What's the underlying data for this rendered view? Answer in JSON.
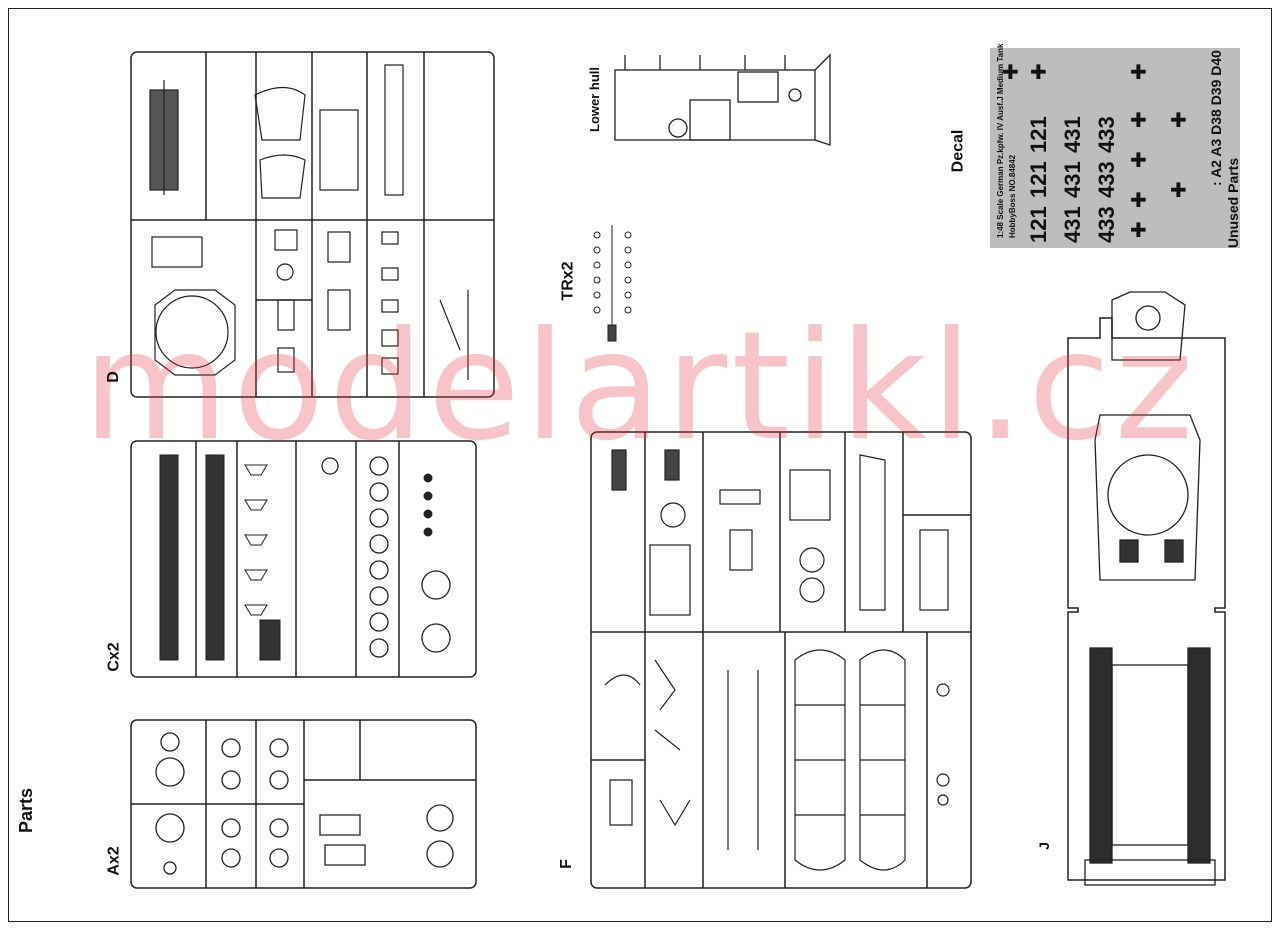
{
  "labels": {
    "parts_title": "Parts",
    "sprue_d": "D",
    "sprue_c": "Cx2",
    "sprue_a": "Ax2",
    "sprue_f": "F",
    "sprue_tr": "TRx2",
    "lower_hull": "Lower hull",
    "decal": "Decal",
    "unused_parts": "Unused Parts",
    "unused_list": ": A2 A3 D38 D39 D40",
    "part_j": "J"
  },
  "decal_sheet": {
    "line1": "1:48  Scale  German Pz.kpfw. IV Ausf.J Medium Tank",
    "line2": "HobbyBoss   NO.84842",
    "numbers": [
      "121",
      "121",
      "121",
      "431",
      "431",
      "431",
      "433",
      "433",
      "433"
    ]
  },
  "watermark": "modelartikl.cz",
  "colors": {
    "watermark": "#e53340",
    "decal_bg": "#bdbdbd",
    "line": "#222222"
  }
}
